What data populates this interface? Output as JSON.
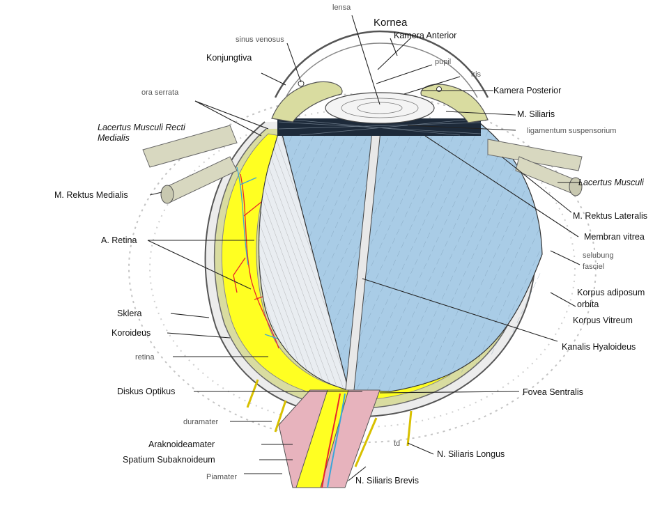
{
  "labels": {
    "lensa": "lensa",
    "kornea": "Kornea",
    "sinus_venosus": "sinus venosus",
    "kamera_anterior": "Kamera Anterior",
    "konjungtiva": "Konjungtiva",
    "pupil": "pupil",
    "iris": "iris",
    "kamera_posterior": "Kamera Posterior",
    "ora_serrata": "ora serrata",
    "m_siliaris": "M. Siliaris",
    "lacertus_medialis_1": "Lacertus Musculi Recti",
    "lacertus_medialis_2": "Medialis",
    "ligamentum": "ligamentum suspensorium",
    "m_rektus_medialis": "M. Rektus Medialis",
    "lacertus_musculi": "Lacertus Musculi",
    "m_rektus_lateralis": "M. Rektus Lateralis",
    "a_retina": "A. Retina",
    "membran_vitrea": "Membran vitrea",
    "selubung_1": "selubung",
    "selubung_2": "fasciel",
    "korpus_adiposum_1": "Korpus adiposum",
    "korpus_adiposum_2": "orbita",
    "sklera": "Sklera",
    "korpus_vitreum": "Korpus Vitreum",
    "koroideus": "Koroideus",
    "kanalis_hyaloideus": "Kanalis Hyaloideus",
    "retina": "retina",
    "diskus_optikus": "Diskus Optikus",
    "fovea_sentralis": "Fovea Sentralis",
    "duramater": "duramater",
    "araknoideamater": "Araknoideamater",
    "spatium": "Spatium Subaknoideum",
    "n_siliaris_longus": "N. Siliaris Longus",
    "piamater": "Piamater",
    "n_siliaris_brevis": "N. Siliaris Brevis",
    "td": "td"
  },
  "colors": {
    "vitreous": "#a9cce6",
    "retina": "#ffff22",
    "sclera_band": "#d9dca0",
    "nerve_sheath": "#e7b3bd",
    "artery": "#e8262b",
    "vein": "#3aa6d8"
  }
}
